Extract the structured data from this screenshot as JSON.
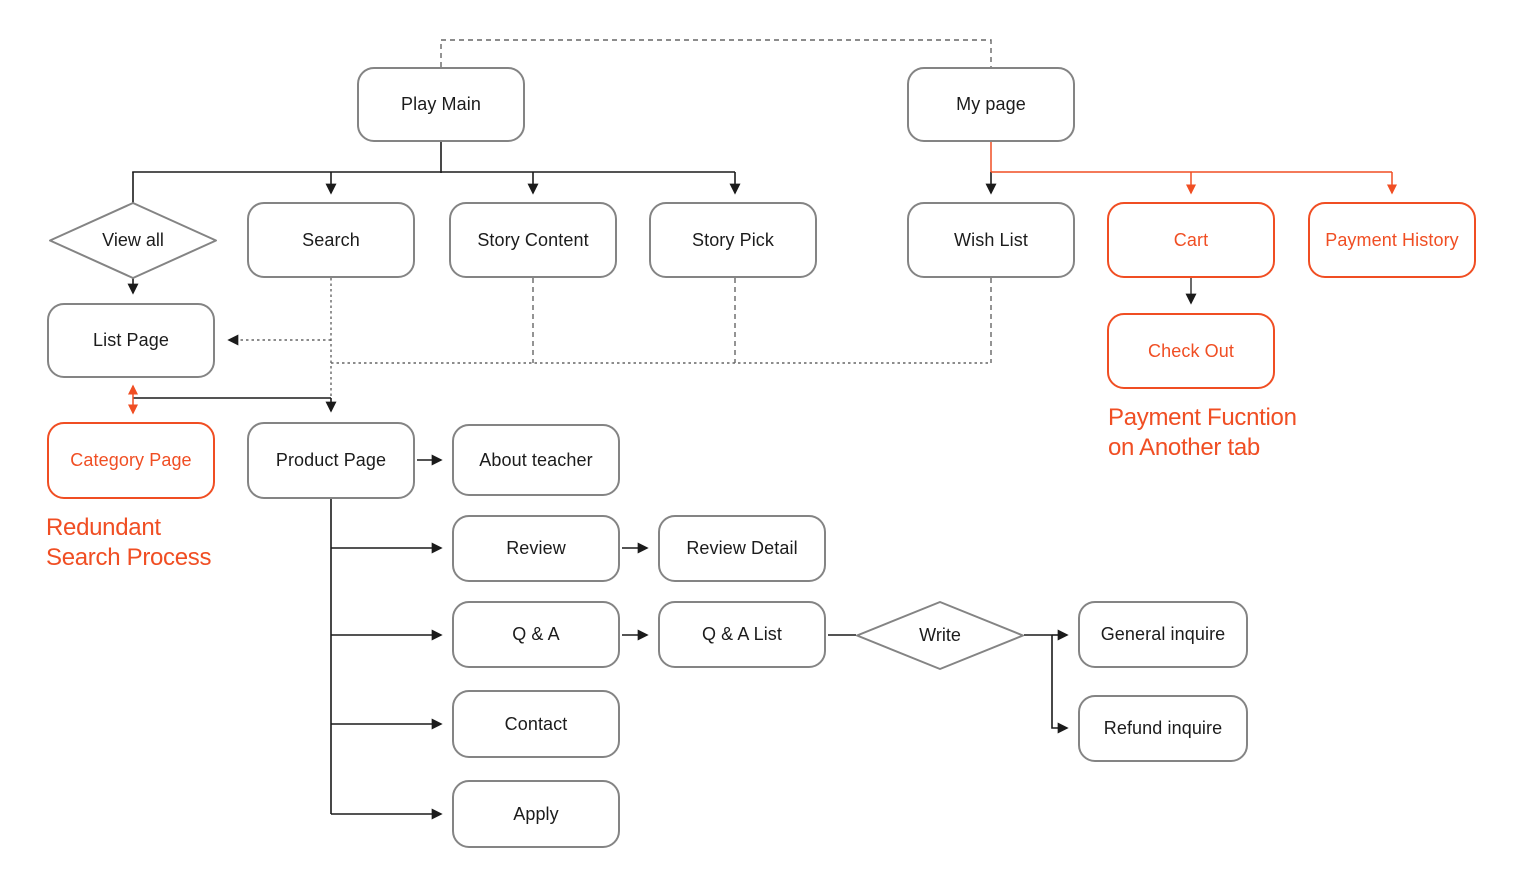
{
  "nodes": {
    "play_main": {
      "label": "Play Main"
    },
    "my_page": {
      "label": "My page"
    },
    "view_all": {
      "label": "View all"
    },
    "search": {
      "label": "Search"
    },
    "story_content": {
      "label": "Story Content"
    },
    "story_pick": {
      "label": "Story Pick"
    },
    "wish_list": {
      "label": "Wish List"
    },
    "cart": {
      "label": "Cart"
    },
    "payment_history": {
      "label": "Payment History"
    },
    "check_out": {
      "label": "Check Out"
    },
    "list_page": {
      "label": "List Page"
    },
    "category_page": {
      "label": "Category Page"
    },
    "product_page": {
      "label": "Product Page"
    },
    "about_teacher": {
      "label": "About teacher"
    },
    "review": {
      "label": "Review"
    },
    "review_detail": {
      "label": "Review Detail"
    },
    "qa": {
      "label": "Q & A"
    },
    "qa_list": {
      "label": "Q & A List"
    },
    "write": {
      "label": "Write"
    },
    "general_inquire": {
      "label": "General inquire"
    },
    "refund_inquire": {
      "label": "Refund inquire"
    },
    "contact": {
      "label": "Contact"
    },
    "apply": {
      "label": "Apply"
    }
  },
  "annotations": {
    "redundant": {
      "line1": "Redundant",
      "line2": "Search Process"
    },
    "payment": {
      "line1": "Payment Fucntion",
      "line2": "on Another tab"
    }
  },
  "colors": {
    "accent": "#F04E23",
    "box_border": "#848484",
    "line": "#1b1b1b",
    "dash": "#666666"
  }
}
